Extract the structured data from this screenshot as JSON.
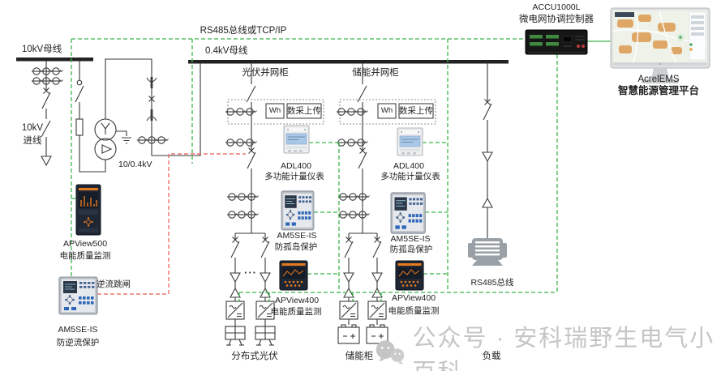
{
  "colors": {
    "comm_green": "#3cb54a",
    "trip_red": "#e85a50",
    "wire": "#3a3a3a",
    "watermark_gray": "#c5c5c5"
  },
  "buses": {
    "hv": "10kV母线",
    "lv": "0.4kV母线",
    "comm": "RS485总线或TCP/IP"
  },
  "incoming": {
    "l1": "10kV",
    "l2": "进线"
  },
  "transformer": {
    "ratio": "10/0.4kV"
  },
  "controller": {
    "model": "ACCU1000L",
    "name": "微电网协调控制器"
  },
  "ems": {
    "model": "AcrelEMS",
    "name": "智慧能源管理平台"
  },
  "cabinets": {
    "pv": "光伏并网柜",
    "storage": "储能并网柜"
  },
  "metering": {
    "wh": "Wh",
    "upload": "数采上传"
  },
  "incoming_column": {
    "quality_model": "APView500",
    "quality_desc": "电能质量监测",
    "protect_model": "AM5SE-IS",
    "protect_desc": "防逆流保护"
  },
  "pv_column": {
    "meter_model": "ADL400",
    "meter_desc": "多功能计量仪表",
    "protect_model": "AM5SE-IS",
    "protect_desc": "防孤岛保护",
    "quality_model": "APView400",
    "quality_desc": "电能质量监测"
  },
  "storage_column": {
    "meter_model": "ADL400",
    "meter_desc": "多功能计量仪表",
    "protect_model": "AM5SE-IS",
    "protect_desc": "防孤岛保护",
    "quality_model": "APView400",
    "quality_desc": "电能质量监测"
  },
  "signals": {
    "reverse_trip": "逆流跳闸",
    "rs485": "RS485总线"
  },
  "bottom": {
    "pv": "分布式光伏",
    "storage": "储能柜",
    "load": "负载",
    "dots": "···"
  },
  "watermark": "公众号 · 安科瑞野生电气小百科"
}
